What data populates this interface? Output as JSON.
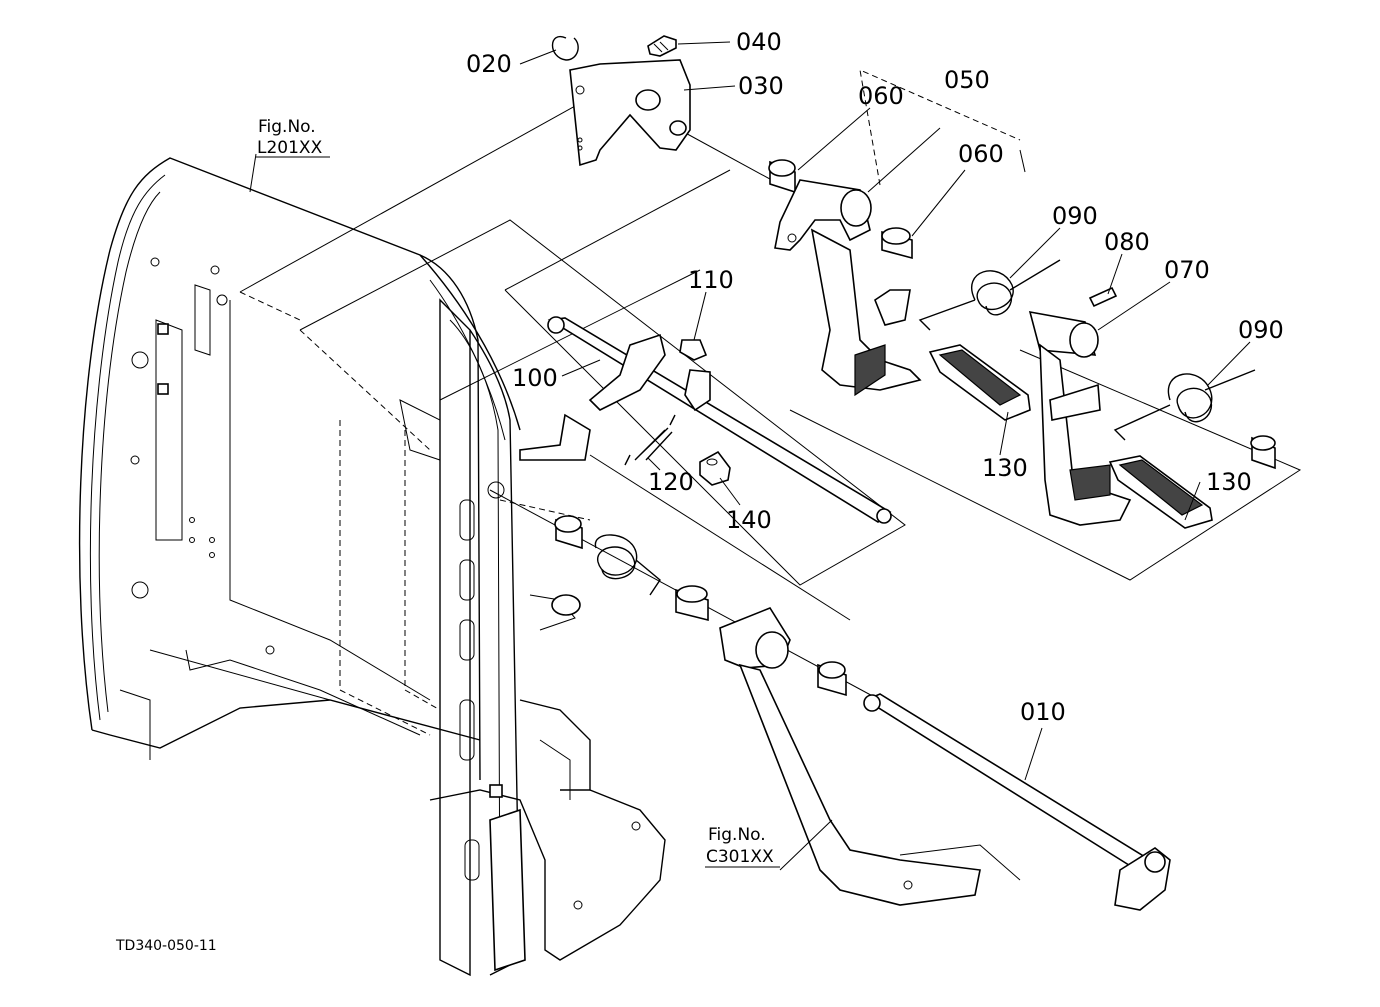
{
  "drawing_code": "TD340-050-11",
  "fig_refs": [
    {
      "id": "fig-ref-frame",
      "label": "Fig.No.",
      "code": "L201XX"
    },
    {
      "id": "fig-ref-pedal",
      "label": "Fig.No.",
      "code": "C301XX"
    }
  ],
  "callouts": [
    "020",
    "040",
    "030",
    "050",
    "060",
    "060",
    "090",
    "080",
    "070",
    "090",
    "110",
    "100",
    "120",
    "140",
    "130",
    "130",
    "010"
  ]
}
